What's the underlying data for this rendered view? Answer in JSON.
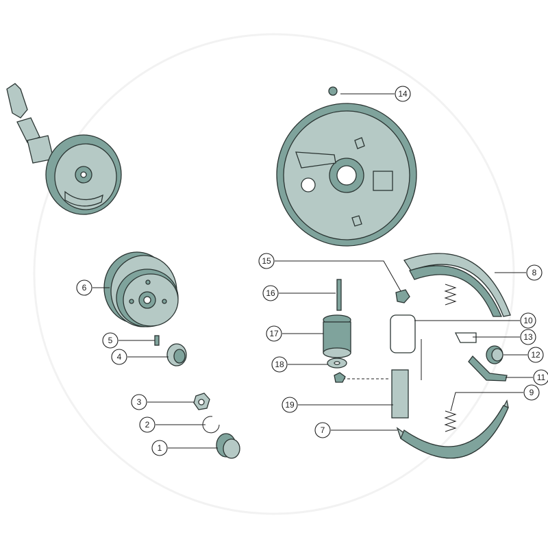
{
  "title": "Brake assembly exploded parts diagram",
  "colors": {
    "part_light": "#b5c9c5",
    "part_dark": "#7fa39c",
    "outline": "#2a3432"
  },
  "callouts": [
    "1",
    "2",
    "3",
    "4",
    "5",
    "6",
    "7",
    "8",
    "9",
    "10",
    "11",
    "12",
    "13",
    "14",
    "15",
    "16",
    "17",
    "18",
    "19"
  ]
}
